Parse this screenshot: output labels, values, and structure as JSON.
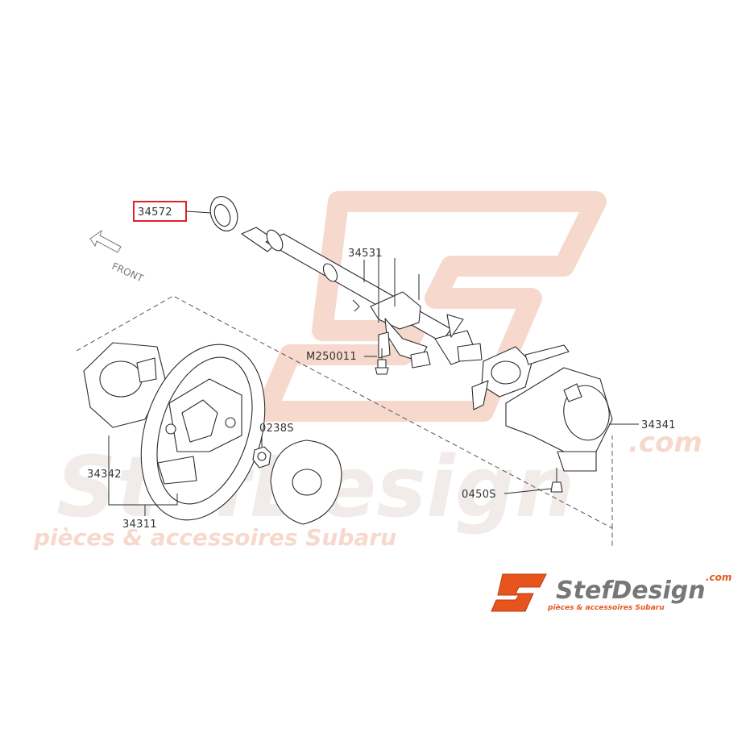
{
  "labels": {
    "p34572": "34572",
    "p34531": "34531",
    "m250011": "M250011",
    "p0238s": "0238S",
    "p34342": "34342",
    "p34311": "34311",
    "p34341": "34341",
    "p0450s": "0450S",
    "front": "FRONT"
  },
  "watermark": {
    "brand": "StefDesign",
    "dotcom": ".com",
    "tagline": "pièces & accessoires Subaru"
  },
  "logo": {
    "brand": "StefDesign",
    "dotcom": ".com",
    "tagline": "pièces & accessoires Subaru"
  },
  "colors": {
    "highlight": "#e0202a",
    "logo_orange": "#e8541e",
    "watermark": "#f6d9cc",
    "line": "#2a2a2a"
  }
}
